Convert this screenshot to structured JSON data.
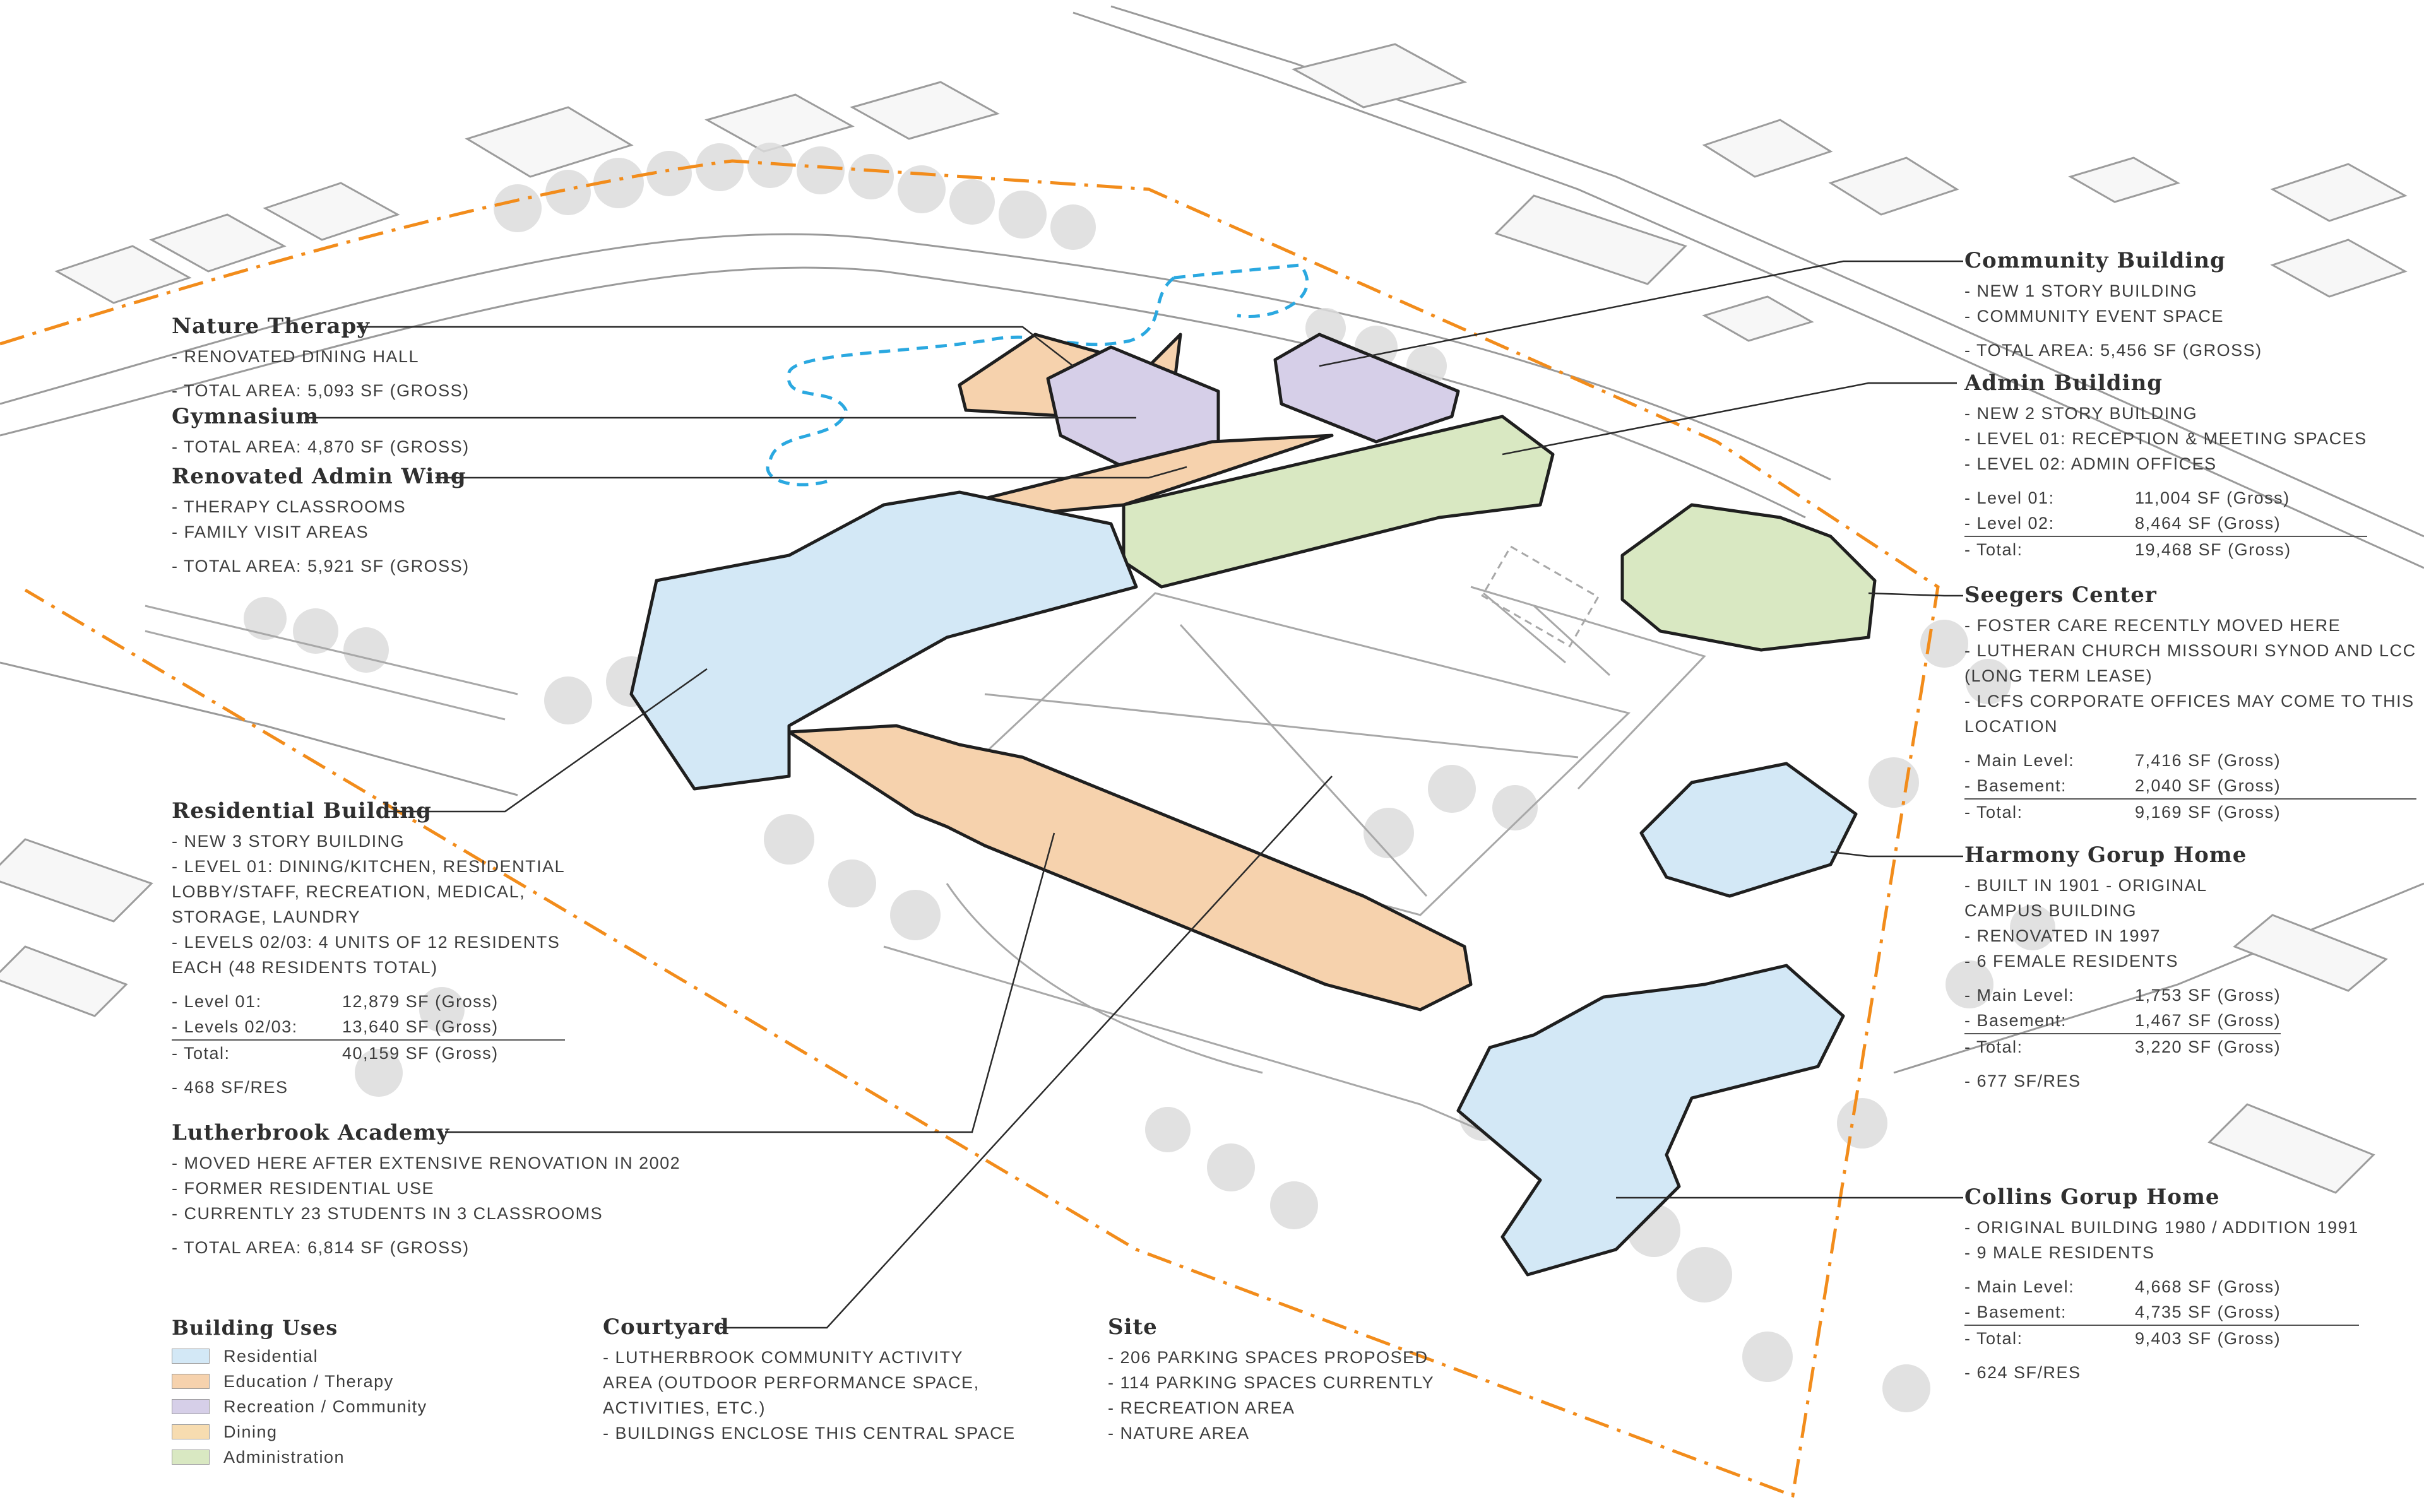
{
  "colors": {
    "residential": "#d3e8f6",
    "education_therapy": "#f6d2ad",
    "recreation_community": "#d6cfe8",
    "dining": "#f7dcb0",
    "administration": "#d9e8c2",
    "site_boundary": "#f28c1b",
    "nature_trail": "#2aa8e0"
  },
  "labels": {
    "nature_therapy": {
      "title": "Nature Therapy",
      "lines": [
        "- Renovated Dining Hall",
        "",
        "- Total Area:  5,093 SF (Gross)"
      ]
    },
    "gymnasium": {
      "title": "Gymnasium",
      "lines": [
        "- Total Area:  4,870 SF (Gross)"
      ]
    },
    "renovated_admin_wing": {
      "title": "Renovated Admin Wing",
      "lines": [
        "- Therapy Classrooms",
        "- Family Visit Areas",
        "",
        "- Total Area:  5,921 SF (Gross)"
      ]
    },
    "residential_building": {
      "title": "Residential Building",
      "lines": [
        "- New 3 Story Building",
        "- Level 01: Dining/Kitchen, Residential",
        "  Lobby/Staff, Recreation, Medical,",
        "  Storage, Laundry",
        "- Levels 02/03: 4 Units of 12 Residents",
        "  Each (48 Residents Total)"
      ],
      "areas": [
        {
          "k": "- Level 01:",
          "v": "12,879 SF (Gross)"
        },
        {
          "k": "- Levels 02/03:",
          "v": "13,640 SF (Gross)"
        }
      ],
      "total": {
        "k": "- Total:",
        "v": "40,159 SF (Gross)"
      },
      "note": "- 468 SF/Res"
    },
    "lutherbrook_academy": {
      "title": "Lutherbrook Academy",
      "lines": [
        "- Moved here after extensive renovation in 2002",
        "- Former Residential Use",
        "- Currently 23 Students in 3 Classrooms",
        "",
        "- Total Area:  6,814 SF (Gross)"
      ]
    },
    "community_building": {
      "title": "Community Building",
      "lines": [
        "- New 1 Story Building",
        "- Community Event Space",
        "",
        "- Total Area:   5,456 SF (Gross)"
      ]
    },
    "admin_building": {
      "title": "Admin Building",
      "lines": [
        "- New 2 Story Building",
        "- Level 01: Reception & Meeting Spaces",
        "- Level 02: Admin Offices"
      ],
      "areas": [
        {
          "k": "- Level 01:",
          "v": "11,004 SF (Gross)"
        },
        {
          "k": "- Level 02:",
          "v": "8,464 SF (Gross)"
        }
      ],
      "total": {
        "k": "- Total:",
        "v": "19,468 SF (Gross)"
      }
    },
    "seegers_center": {
      "title": "Seegers Center",
      "lines": [
        "- Foster Care recently moved here",
        "- Lutheran Church Missouri Synod and LCC",
        "  (Long Term Lease)",
        "- LCFS Corporate Offices may come to this",
        "  Location"
      ],
      "areas": [
        {
          "k": "- Main Level:",
          "v": "7,416 SF (Gross)"
        },
        {
          "k": "- Basement:",
          "v": "2,040 SF (Gross)"
        }
      ],
      "total": {
        "k": "- Total:",
        "v": "9,169 SF (Gross)"
      }
    },
    "harmony_group_home": {
      "title": "Harmony Gorup Home",
      "lines": [
        "- Built in 1901 - Original",
        "  Campus Building",
        "- Renovated in 1997",
        "- 6 Female Residents"
      ],
      "areas": [
        {
          "k": "- Main Level:",
          "v": "1,753 SF (Gross)"
        },
        {
          "k": "- Basement:",
          "v": "1,467 SF (Gross)"
        }
      ],
      "total": {
        "k": "- Total:",
        "v": "3,220 SF (Gross)"
      },
      "note": "- 677 SF/Res"
    },
    "collins_group_home": {
      "title": "Collins Gorup Home",
      "lines": [
        "- Original Building 1980 / Addition 1991",
        "- 9 Male Residents"
      ],
      "areas": [
        {
          "k": "- Main Level:",
          "v": "4,668 SF (Gross)"
        },
        {
          "k": "- Basement:",
          "v": "4,735 SF (Gross)"
        }
      ],
      "total": {
        "k": "- Total:",
        "v": "9,403 SF (Gross)"
      },
      "note": "- 624 SF/Res"
    },
    "courtyard": {
      "title": "Courtyard",
      "lines": [
        "- Lutherbrook Community Activity",
        "  Area (Outdoor Performance Space,",
        "  Activities, etc.)",
        "- Buildings enclose this central space"
      ]
    },
    "site": {
      "title": "Site",
      "lines": [
        "- 206 Parking Spaces Proposed",
        "- 114 Parking Spaces Currently",
        "- Recreation Area",
        "- Nature Area"
      ]
    }
  },
  "legend": {
    "title": "Building Uses",
    "items": [
      {
        "label": "Residential",
        "color": "#d3e8f6"
      },
      {
        "label": "Education / Therapy",
        "color": "#f6d2ad"
      },
      {
        "label": "Recreation / Community",
        "color": "#d6cfe8"
      },
      {
        "label": "Dining",
        "color": "#f7dcb0"
      },
      {
        "label": "Administration",
        "color": "#d9e8c2"
      }
    ]
  }
}
